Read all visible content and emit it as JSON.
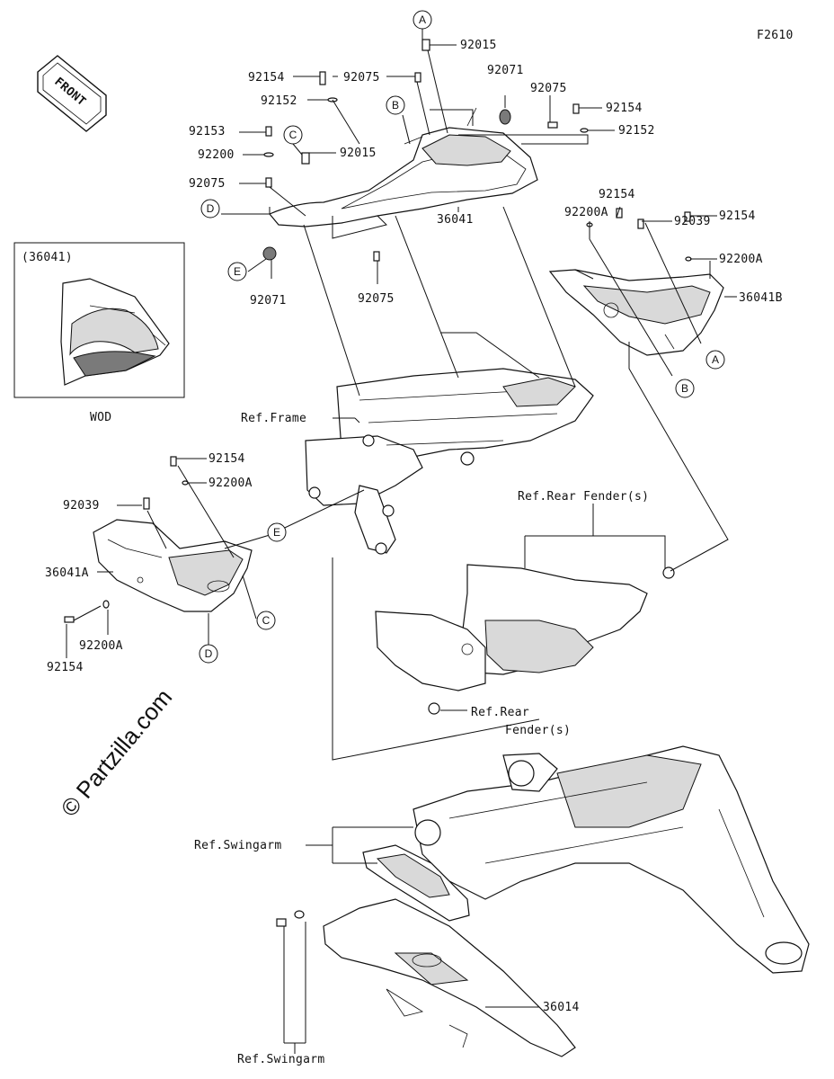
{
  "diagram_code": "F2610",
  "front_label": "FRONT",
  "watermark": "© Partzilla.com",
  "inset": {
    "title": "(36041)",
    "caption": "WOD"
  },
  "circle_markers": {
    "a_top": "A",
    "b_top": "B",
    "c_top": "C",
    "d_left": "D",
    "e_left": "E",
    "a_right": "A",
    "b_right": "B",
    "e_mid": "E",
    "c_mid": "C",
    "d_mid": "D"
  },
  "part_labels": {
    "p92015_top": "92015",
    "p92154_a": "92154",
    "p92075_a": "92075",
    "p92071_a": "92071",
    "p92152_a": "92152",
    "p92075_b": "92075",
    "p92154_b": "92154",
    "p92152_b": "92152",
    "p92153": "92153",
    "p92200": "92200",
    "p92015_mid": "92015",
    "p92075_c": "92075",
    "p36041": "36041",
    "p92071_b": "92071",
    "p92075_d": "92075",
    "p92154_c": "92154",
    "p92200A_a": "92200A",
    "p92039_a": "92039",
    "p92154_d": "92154",
    "p92200A_b": "92200A",
    "p36041B": "36041B",
    "p92154_e": "92154",
    "p92200A_c": "92200A",
    "p92039_b": "92039",
    "p36041A": "36041A",
    "p92200A_d": "92200A",
    "p92154_f": "92154",
    "p36014": "36014"
  },
  "ref_labels": {
    "frame": "Ref.Frame",
    "rear_fender_top": "Ref.Rear Fender(s)",
    "rear_fender_bottom_1": "Ref.Rear",
    "rear_fender_bottom_2": "Fender(s)",
    "swingarm_mid": "Ref.Swingarm",
    "swingarm_bottom": "Ref.Swingarm"
  }
}
